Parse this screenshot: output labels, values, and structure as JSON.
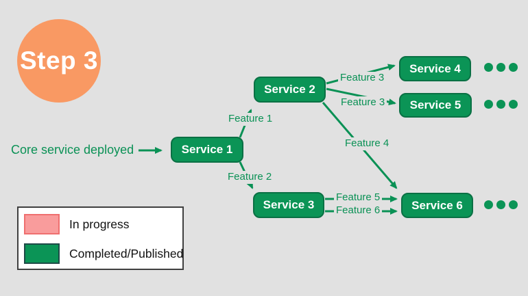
{
  "step_badge": {
    "label": "Step 3"
  },
  "caption": "Core service deployed",
  "services": [
    "Service 1",
    "Service 2",
    "Service 3",
    "Service 4",
    "Service 5",
    "Service 6"
  ],
  "features": {
    "f1": "Feature 1",
    "f2": "Feature 2",
    "f3a": "Feature 3",
    "f3b": "Feature 3",
    "f4": "Feature 4",
    "f5": "Feature 5",
    "f6": "Feature 6"
  },
  "connections": [
    {
      "from": "Core service deployed",
      "to": "Service 1",
      "label": ""
    },
    {
      "from": "Service 1",
      "to": "Service 2",
      "label": "Feature 1"
    },
    {
      "from": "Service 1",
      "to": "Service 3",
      "label": "Feature 2"
    },
    {
      "from": "Service 2",
      "to": "Service 4",
      "label": "Feature 3"
    },
    {
      "from": "Service 2",
      "to": "Service 5",
      "label": "Feature 3"
    },
    {
      "from": "Service 2",
      "to": "Service 6",
      "label": "Feature 4"
    },
    {
      "from": "Service 3",
      "to": "Service 6",
      "label": "Feature 5"
    },
    {
      "from": "Service 3",
      "to": "Service 6",
      "label": "Feature 6"
    }
  ],
  "legend": {
    "in_progress": "In progress",
    "completed": "Completed/Published"
  },
  "colors": {
    "green": "#0b9456",
    "green_dark_border": "#0a7044",
    "orange": "#f99963",
    "pink": "#f99c9c",
    "pink_border": "#ef6f6f",
    "background": "#e1e1e1"
  }
}
